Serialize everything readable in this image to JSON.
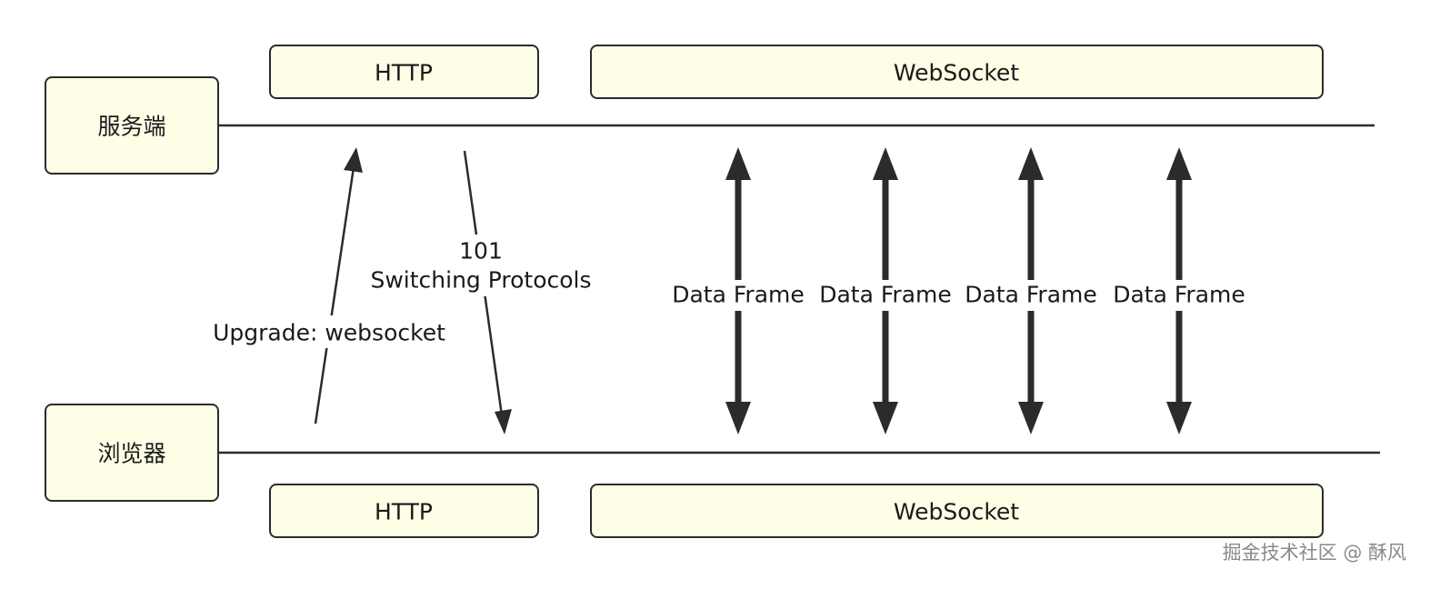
{
  "actors": {
    "server": "服务端",
    "browser": "浏览器"
  },
  "phases": {
    "top": {
      "http": "HTTP",
      "websocket": "WebSocket"
    },
    "bottom": {
      "http": "HTTP",
      "websocket": "WebSocket"
    }
  },
  "messages": {
    "upgrade_request": "Upgrade: websocket",
    "switch_response_code": "101",
    "switch_response_text": "Switching Protocols"
  },
  "data_frames": [
    "Data Frame",
    "Data Frame",
    "Data Frame",
    "Data Frame"
  ],
  "watermark": "掘金技术社区 @ 酥风",
  "colors": {
    "box_fill": "#fefee6",
    "stroke": "#2b2b2b",
    "text": "#1a1a1a",
    "watermark": "#8a8a8a"
  }
}
